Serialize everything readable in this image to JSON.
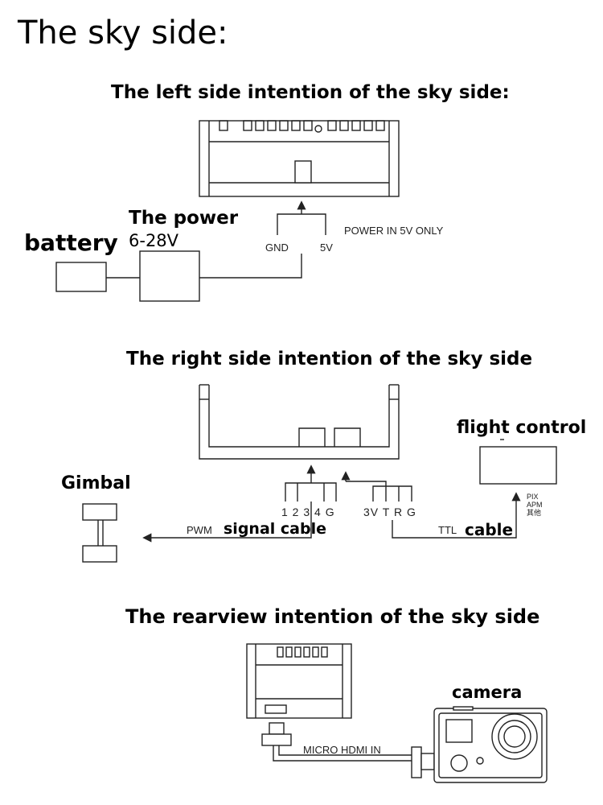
{
  "page_title": "The sky side:",
  "left_section": {
    "title": "The left side intention of the sky side:",
    "power_label": "The power",
    "voltage_label": "6-28V",
    "battery_label": "battery",
    "gnd_label": "GND",
    "v5_label": "5V",
    "power_note": "POWER IN 5V ONLY"
  },
  "right_section": {
    "title": "The right side intention of the sky side",
    "gimbal_label": "Gimbal",
    "flight_control_label": "flight control",
    "pins_left": "1 2 3 4 G",
    "pins_right": "3V T R G",
    "pwm_label": "PWM",
    "signal_cable_label": "signal cable",
    "ttl_label": "TTL",
    "cable_label": "cable",
    "fc_notes": [
      "PIX",
      "APM",
      "其他"
    ]
  },
  "rear_section": {
    "title": "The rearview intention of the sky side",
    "camera_label": "camera",
    "hdmi_label": "MICRO HDMI IN"
  }
}
